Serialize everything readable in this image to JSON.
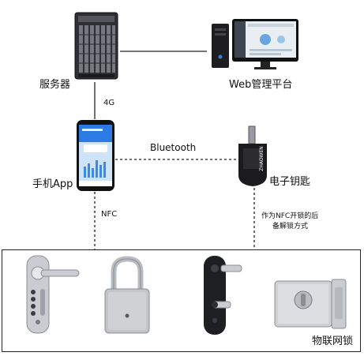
{
  "nodes": {
    "server": "服务器",
    "web_platform": "Web管理平台",
    "phone_app": "手机App",
    "e_key": "电子钥匙",
    "iot_locks": "物联网锁"
  },
  "links": {
    "server_phone": "4G",
    "phone_key": "Bluetooth",
    "phone_locks": "NFC",
    "key_locks_line1": "作为NFC开锁的后",
    "key_locks_line2": "备解锁方式"
  },
  "phone_screen": {
    "top_bar": "— — —",
    "tabs": "● ● ●"
  },
  "e_key_brand": "ZHAOWEN"
}
